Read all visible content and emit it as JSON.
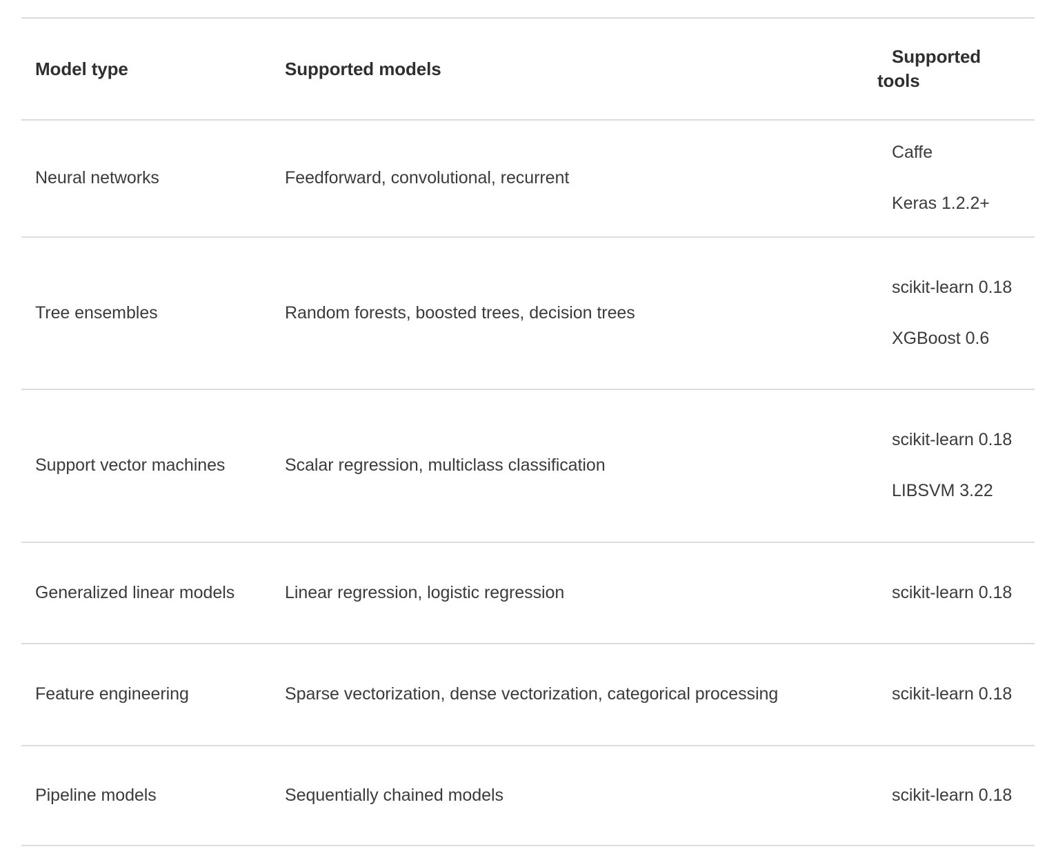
{
  "table": {
    "columns": [
      {
        "key": "model_type",
        "label": "Model type"
      },
      {
        "key": "supported_models",
        "label": "Supported models"
      },
      {
        "key": "supported_tools",
        "label": "Supported tools"
      }
    ],
    "rows": [
      {
        "model_type": "Neural networks",
        "supported_models": "Feedforward, convolutional, recurrent",
        "supported_tools": [
          "Caffe",
          "Keras 1.2.2+"
        ]
      },
      {
        "model_type": "Tree ensembles",
        "supported_models": "Random forests, boosted trees, decision trees",
        "supported_tools": [
          "scikit-learn 0.18",
          "XGBoost 0.6"
        ]
      },
      {
        "model_type": "Support vector machines",
        "supported_models": "Scalar regression, multiclass classification",
        "supported_tools": [
          "scikit-learn 0.18",
          "LIBSVM 3.22"
        ]
      },
      {
        "model_type": "Generalized linear models",
        "supported_models": "Linear regression, logistic regression",
        "supported_tools": [
          "scikit-learn 0.18"
        ]
      },
      {
        "model_type": "Feature engineering",
        "supported_models": "Sparse vectorization, dense vectorization, categorical processing",
        "supported_tools": [
          "scikit-learn 0.18"
        ]
      },
      {
        "model_type": "Pipeline models",
        "supported_models": "Sequentially chained models",
        "supported_tools": [
          "scikit-learn 0.18"
        ]
      }
    ]
  },
  "style": {
    "header_text_color": "#2f2f2f",
    "body_text_color": "#3b3b3b",
    "border_color": "#dcdcdc",
    "background_color": "#ffffff"
  }
}
